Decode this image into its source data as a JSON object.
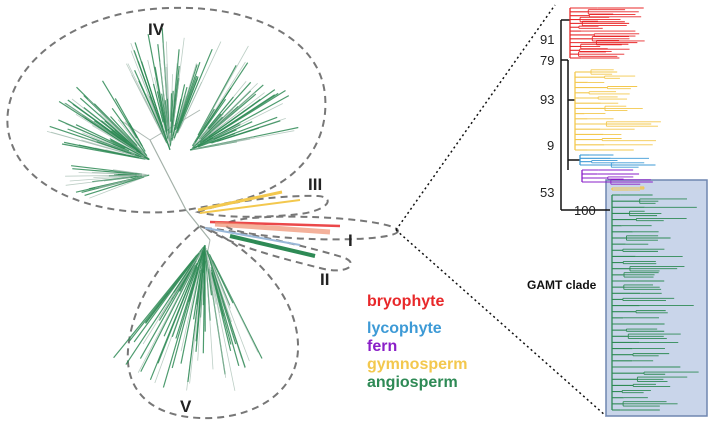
{
  "clade_labels": {
    "IV": "IV",
    "III": "III",
    "I": "I",
    "II": "II",
    "V": "V"
  },
  "bootstrap_values": [
    "91",
    "79",
    "93",
    "9",
    "53",
    "100"
  ],
  "highlight_label": "GAMT clade",
  "legend": [
    {
      "label": "bryophyte",
      "color": "#e8282a"
    },
    {
      "label": "lycophyte",
      "color": "#3d9ad6"
    },
    {
      "label": "fern",
      "color": "#8a1fc8"
    },
    {
      "label": "gymnosperm",
      "color": "#f3c84e"
    },
    {
      "label": "angiosperm",
      "color": "#2e8a55"
    }
  ],
  "colors": {
    "bryophyte": "#e8282a",
    "lycophyte": "#3d9ad6",
    "fern": "#8a1fc8",
    "gymnosperm": "#f3c84e",
    "angiosperm": "#2e8a55",
    "gamt_box": "#c9d5ea",
    "outline": "#777777"
  }
}
